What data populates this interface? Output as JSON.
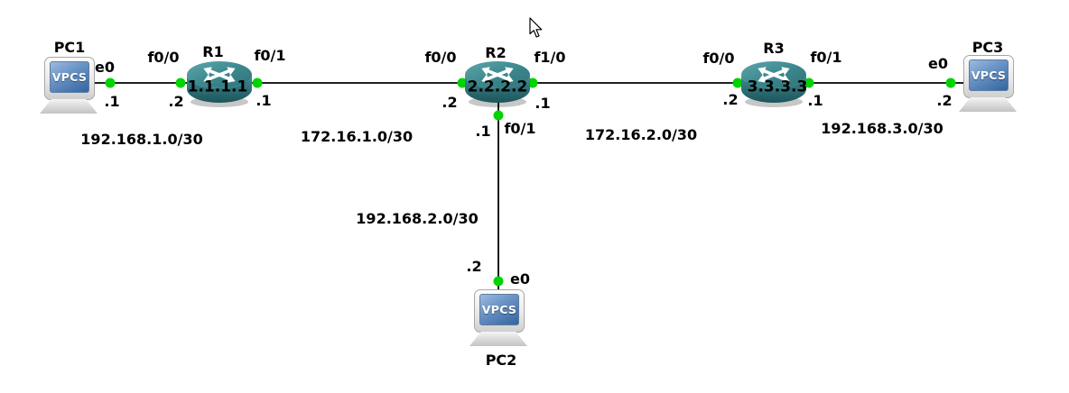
{
  "app": {
    "name": "GNS3 topology canvas"
  },
  "colors": {
    "canvas_bg": "#ffffff",
    "link": "#000000",
    "status_up_dot": "#00d400",
    "router_teal": "#3a868c",
    "pc_screen_blue": "#33659e",
    "label_text": "#000000"
  },
  "icons": {
    "router": "cisco-router-cylinder-crossed-arrows",
    "pc": "vpcs-desktop-computer",
    "status": "green-up-dot",
    "cursor": "mouse-arrow-pointer"
  },
  "nodes": {
    "pc1": {
      "label": "PC1",
      "screen_text": "VPCS"
    },
    "r1": {
      "label": "R1",
      "hostname": "1.1.1.1"
    },
    "r2": {
      "label": "R2",
      "hostname": "2.2.2.2"
    },
    "r3": {
      "label": "R3",
      "hostname": "3.3.3.3"
    },
    "pc2": {
      "label": "PC2",
      "screen_text": "VPCS"
    },
    "pc3": {
      "label": "PC3",
      "screen_text": "VPCS"
    }
  },
  "interfaces": {
    "pc1_e0": {
      "label": "e0",
      "ip": ".1"
    },
    "r1_f0_0": {
      "label": "f0/0",
      "ip": ".2"
    },
    "r1_f0_1": {
      "label": "f0/1",
      "ip": ".1"
    },
    "r2_f0_0": {
      "label": "f0/0",
      "ip": ".2"
    },
    "r2_f1_0": {
      "label": "f1/0",
      "ip": ".1"
    },
    "r2_f0_1": {
      "label": "f0/1",
      "ip": ".1"
    },
    "r3_f0_0": {
      "label": "f0/0",
      "ip": ".2"
    },
    "r3_f0_1": {
      "label": "f0/1",
      "ip": ".1"
    },
    "pc2_e0": {
      "label": "e0",
      "ip": ".2"
    },
    "pc3_e0": {
      "label": "e0",
      "ip": ".2"
    }
  },
  "networks": {
    "pc1_r1": "192.168.1.0/30",
    "r1_r2": "172.16.1.0/30",
    "r2_r3": "172.16.2.0/30",
    "r3_pc3": "192.168.3.0/30",
    "r2_pc2": "192.168.2.0/30"
  }
}
